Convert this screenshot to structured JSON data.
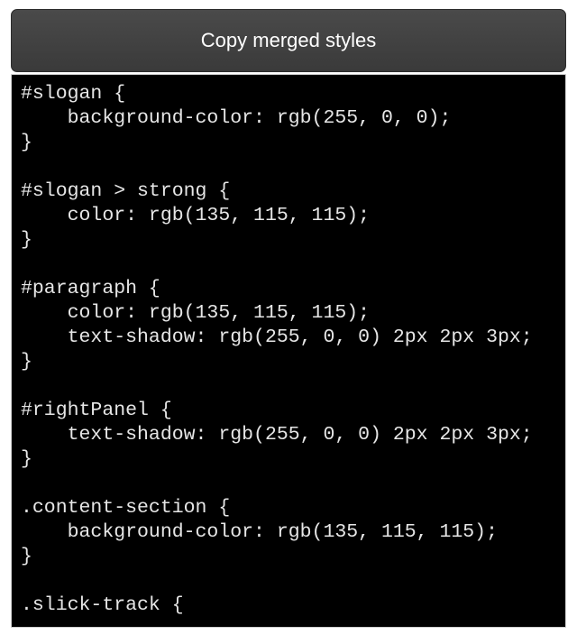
{
  "toolbar": {
    "copy_label": "Copy merged styles"
  },
  "code": {
    "lines": [
      "#slogan {",
      "    background-color: rgb(255, 0, 0);",
      "}",
      "",
      "#slogan > strong {",
      "    color: rgb(135, 115, 115);",
      "}",
      "",
      "#paragraph {",
      "    color: rgb(135, 115, 115);",
      "    text-shadow: rgb(255, 0, 0) 2px 2px 3px;",
      "}",
      "",
      "#rightPanel {",
      "    text-shadow: rgb(255, 0, 0) 2px 2px 3px;",
      "}",
      "",
      ".content-section {",
      "    background-color: rgb(135, 115, 115);",
      "}",
      "",
      ".slick-track {"
    ]
  }
}
